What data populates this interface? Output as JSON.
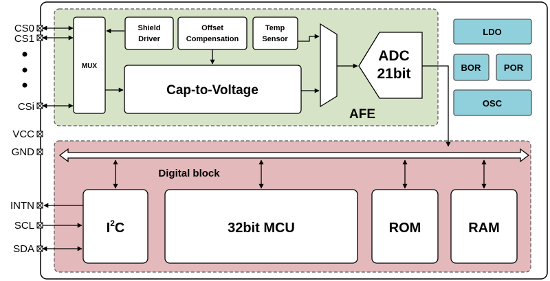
{
  "pins": {
    "cs0": "CS0",
    "cs1": "CS1",
    "csi": "CSi",
    "vcc": "VCC",
    "gnd": "GND",
    "intn": "INTN",
    "scl": "SCL",
    "sda": "SDA"
  },
  "afe": {
    "label": "AFE",
    "mux": "MUX",
    "shield_driver": [
      "Shield",
      "Driver"
    ],
    "offset_compensation": [
      "Offset",
      "Compensation"
    ],
    "temp_sensor": [
      "Temp",
      "Sensor"
    ],
    "cap_to_voltage": "Cap-to-Voltage",
    "adc": [
      "ADC",
      "21bit"
    ]
  },
  "power": {
    "ldo": "LDO",
    "bor": "BOR",
    "por": "POR",
    "osc": "OSC"
  },
  "digital": {
    "label": "Digital block",
    "i2c_main": "I",
    "i2c_sup": "2",
    "i2c_tail": "C",
    "mcu": "32bit MCU",
    "rom": "ROM",
    "ram": "RAM"
  },
  "colors": {
    "afe_fill": "#d7e3c6",
    "digital_fill": "#e4b9bb",
    "power_fill": "#8fd0dc",
    "dash_border": "#555555",
    "line": "#000000"
  }
}
